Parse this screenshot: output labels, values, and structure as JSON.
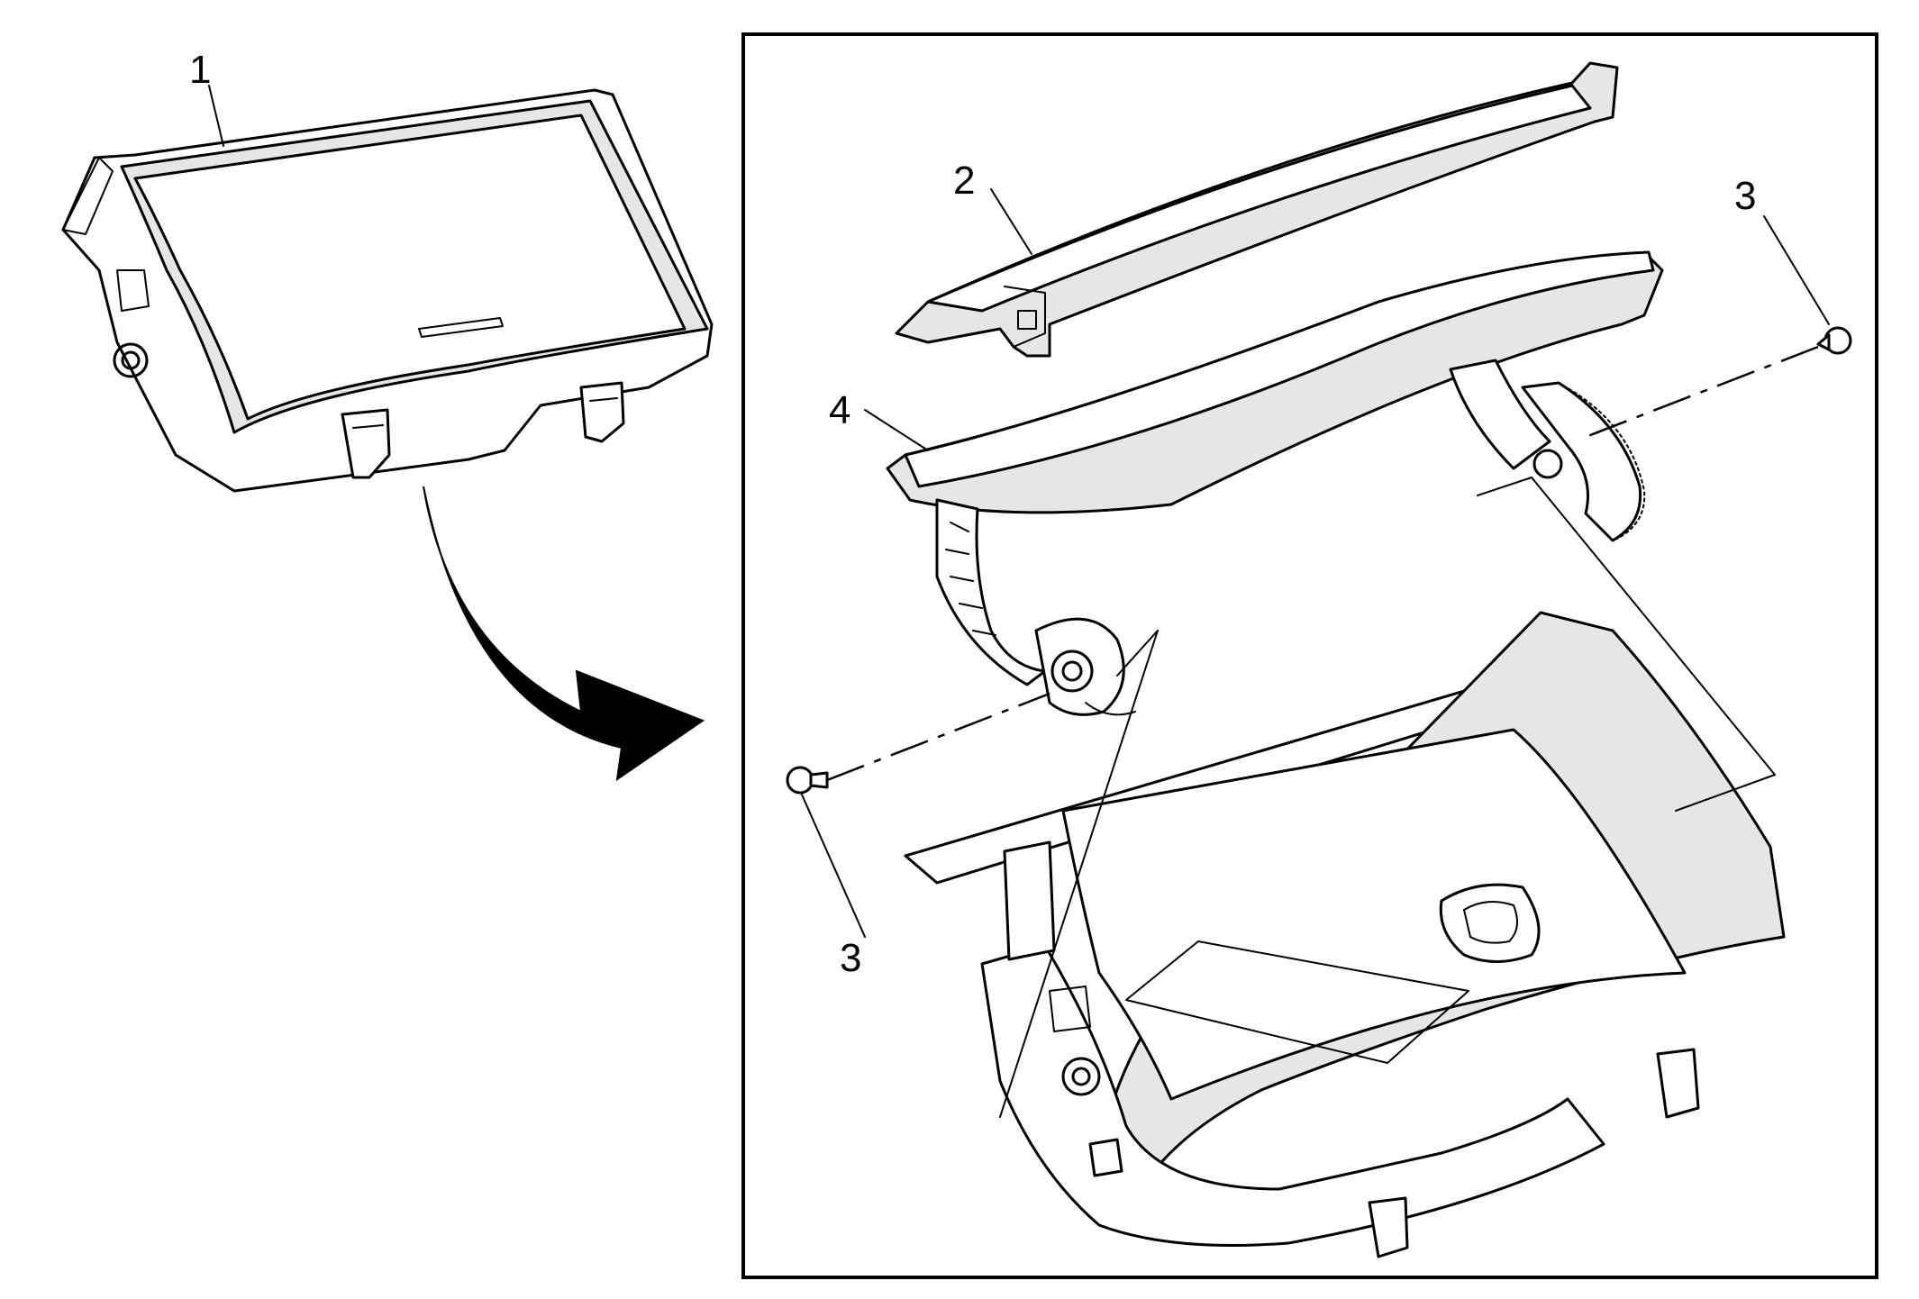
{
  "figure": {
    "callouts": {
      "c1": "1",
      "c2": "2",
      "c3a": "3",
      "c3b": "3",
      "c4": "4"
    },
    "parts": [
      "glove-box-assembly",
      "glove-box-door-trim",
      "glove-box-pivot-bolt",
      "glove-box-door"
    ],
    "colors": {
      "line": "#000000",
      "background": "#ffffff",
      "shade": "#e6e6e6"
    }
  }
}
